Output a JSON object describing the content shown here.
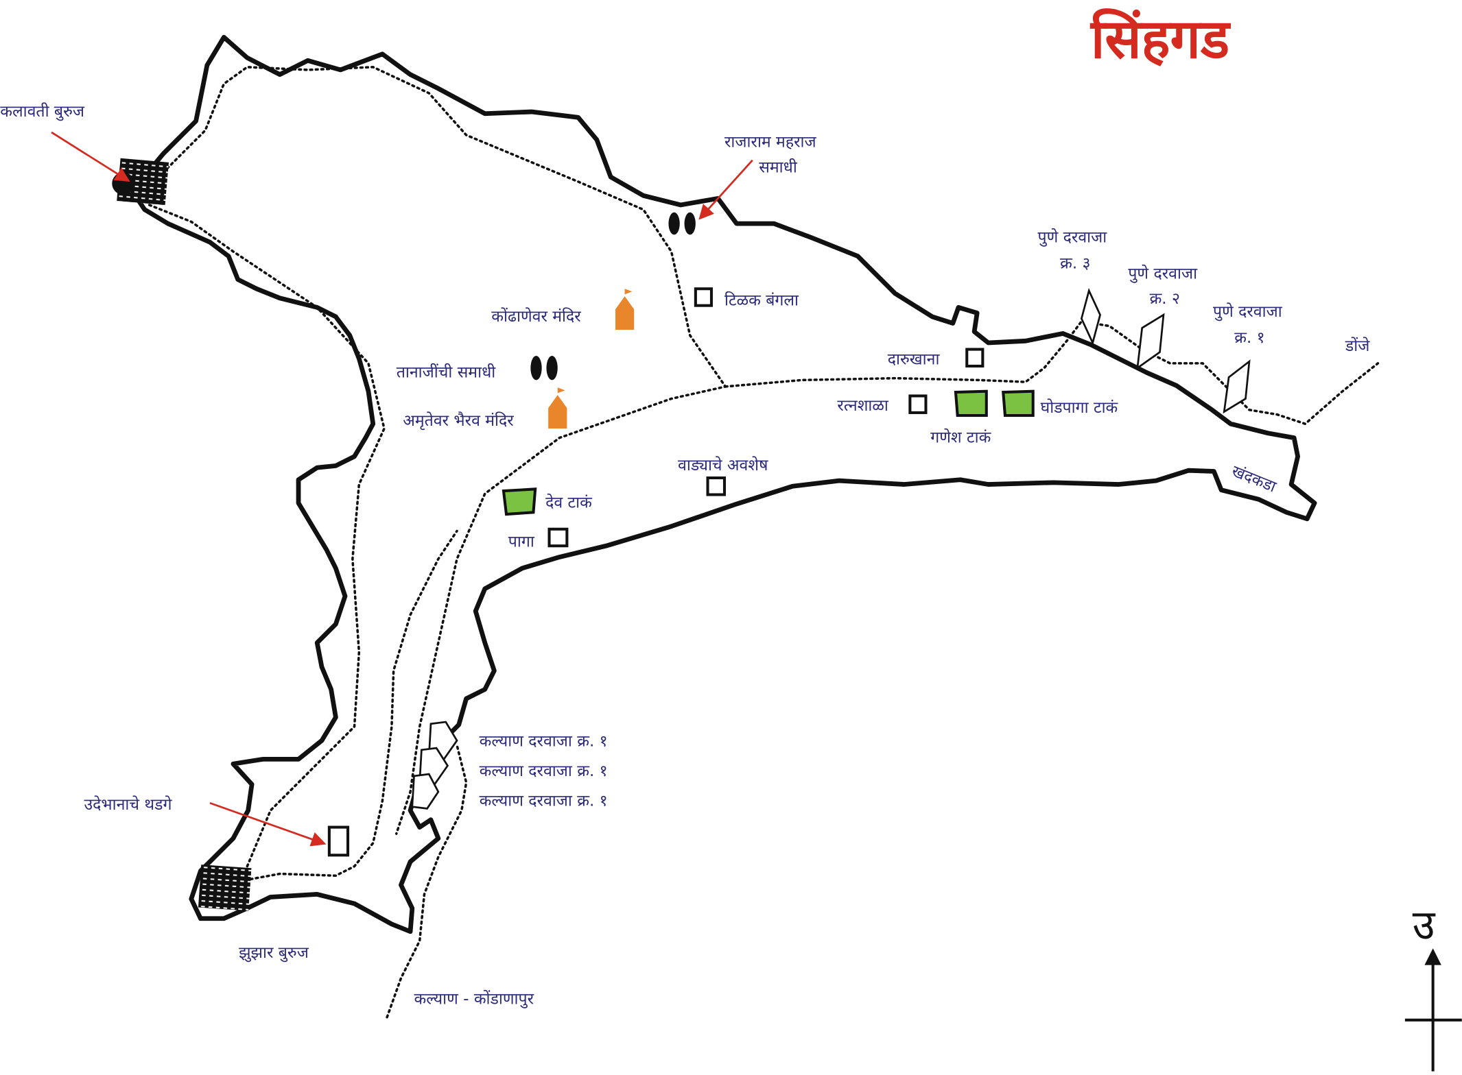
{
  "title": "सिंहगड",
  "labels": {
    "kalavati": "कलावती बुरुज",
    "rajaram": [
      "राजाराम महराज",
      "समाधी"
    ],
    "pune3": [
      "पुणे दरवाजा",
      "क्र. ३"
    ],
    "pune2": [
      "पुणे दरवाजा",
      "क्र. २"
    ],
    "pune1": [
      "पुणे दरवाजा",
      "क्र. १"
    ],
    "donje": "डोंजे",
    "kondhanewar": "कोंढाणेवर मंदिर",
    "tilak": "टिळक बंगला",
    "tanaji": "तानाजींची समाधी",
    "amrutewar": "अमृतेवर भैरव मंदिर",
    "darukhana": "दारुखाना",
    "ratnashala": "रत्नशाळा",
    "ganesh": "गणेश टाकं",
    "ghodpaga": "घोडपागा टाकं",
    "wadya": "वाड्याचे अवशेष",
    "dev": "देव टाकं",
    "paga": "पागा",
    "khandkada": "खंदकडा",
    "kalyan_gates": [
      "कल्याण दरवाजा क्र. १",
      "कल्याण दरवाजा क्र. १",
      "कल्याण दरवाजा क्र. १"
    ],
    "udebhan": "उदेभानाचे थडगे",
    "zunjhar": "झुझार बुरुज",
    "kalyan_road": "कल्याण - कोंडाणापुर",
    "north": "उ"
  },
  "colors": {
    "title": "#d42a1f",
    "label": "#2b2a7a",
    "tank": "#7cc242",
    "temple": "#e9852b",
    "arrow": "#d42a1f"
  }
}
